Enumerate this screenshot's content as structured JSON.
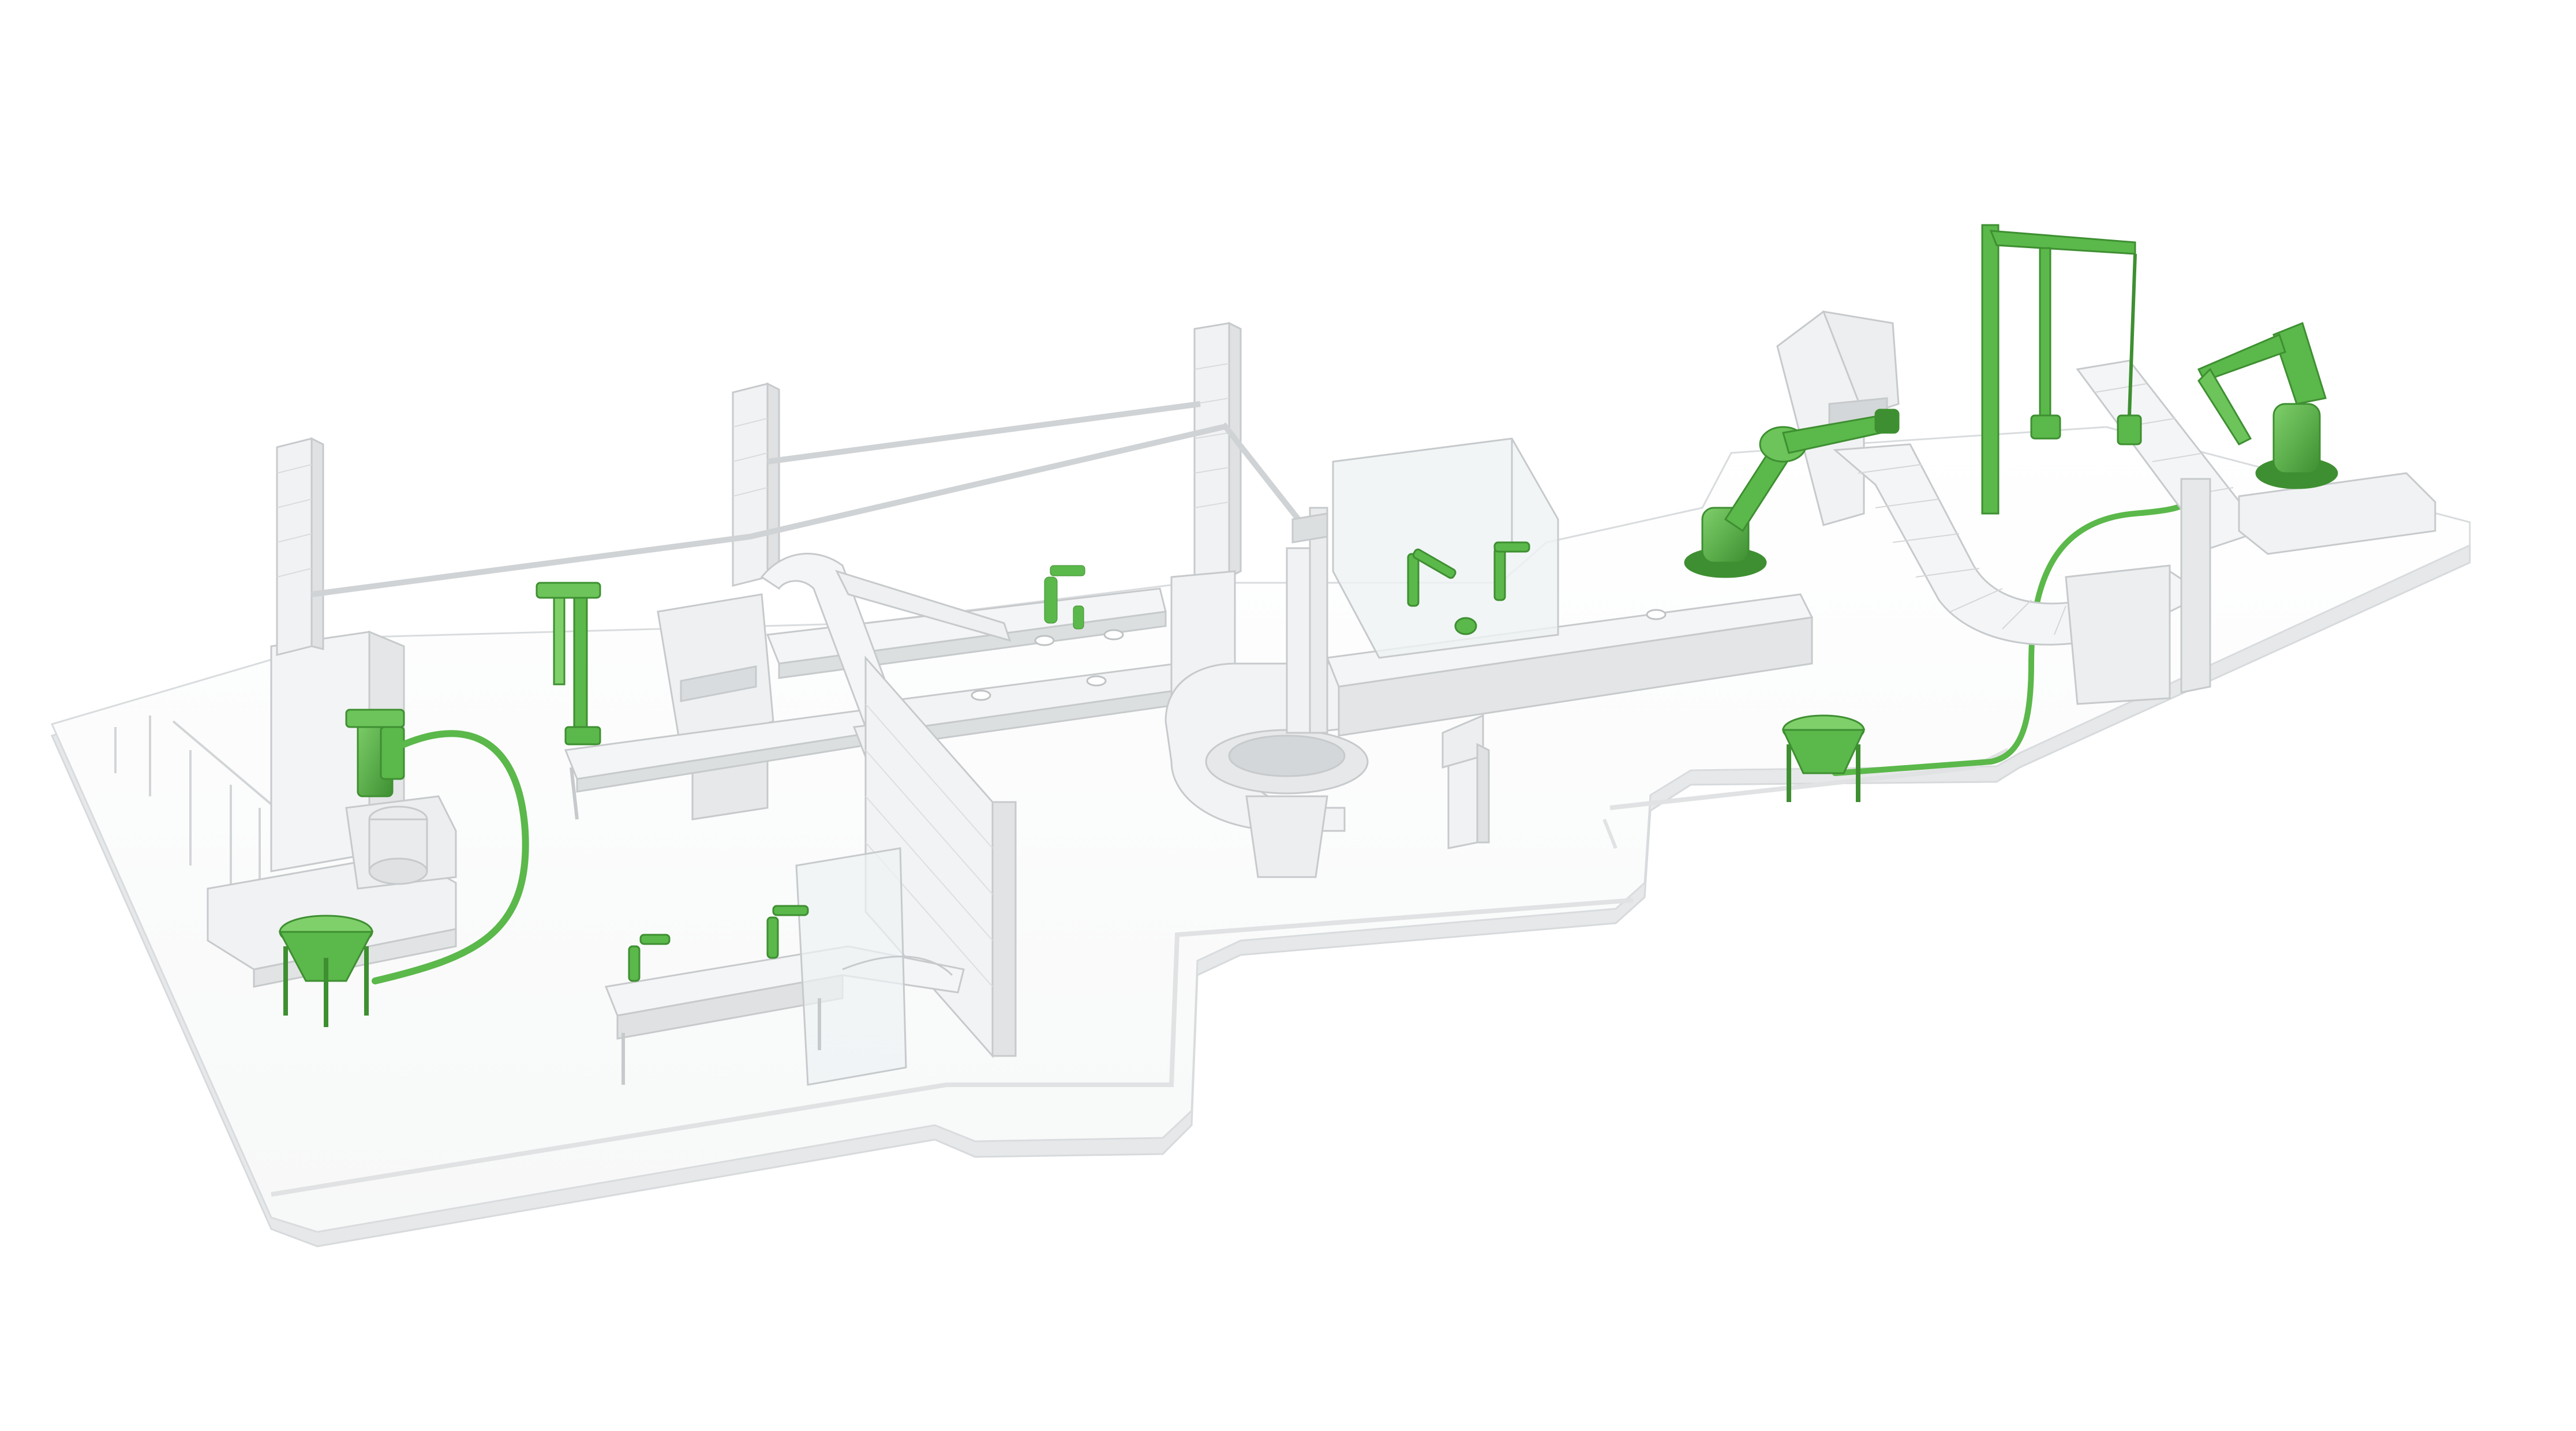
{
  "scene": {
    "kind": "isometric factory floor illustration",
    "background": "#ffffff",
    "floor_color": "#ffffff",
    "floor_edge": "#e3e5e6",
    "machine_fill": "#f3f4f5",
    "machine_stroke": "#c7cacc",
    "glass": "#eef2f4",
    "accent_green": "#5bb84a",
    "accent_green_dark": "#3e8f31",
    "components": [
      "floor-platform",
      "mixing-station-left",
      "hopper-left",
      "supply-hose-left",
      "overhead-gantry",
      "gantry-robot-arm",
      "conveyor-line-center",
      "inclined-conveyor",
      "cobot-station-front",
      "cobot-center",
      "rotary-oven-tower",
      "glass-cell-cobots",
      "control-kiosk",
      "hopper-right",
      "supply-hose-right",
      "industrial-robot-right",
      "roller-conveyor-curve",
      "jib-crane",
      "palletizing-robot"
    ]
  }
}
